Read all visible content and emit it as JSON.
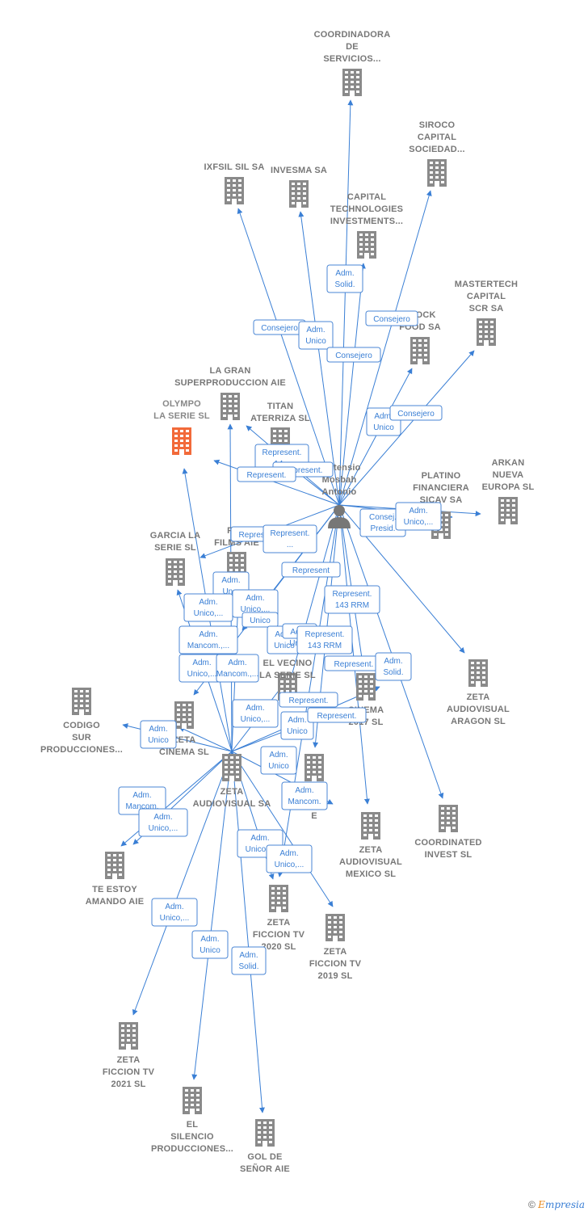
{
  "nodes": [
    {
      "id": "coordinadora",
      "label": [
        "COORDINADORA",
        "DE",
        "SERVICIOS..."
      ],
      "type": "company"
    },
    {
      "id": "siroco",
      "label": [
        "SIROCO",
        "CAPITAL",
        "SOCIEDAD..."
      ],
      "type": "company"
    },
    {
      "id": "ixfsil",
      "label": [
        "IXFSIL SIL SA"
      ],
      "type": "company"
    },
    {
      "id": "invesma",
      "label": [
        "INVESMA SA"
      ],
      "type": "company"
    },
    {
      "id": "capital_tech",
      "label": [
        "CAPITAL",
        "TECHNOLOGIES",
        "INVESTMENTS..."
      ],
      "type": "company"
    },
    {
      "id": "mastertech",
      "label": [
        "MASTERTECH",
        "CAPITAL",
        "SCR SA"
      ],
      "type": "company"
    },
    {
      "id": "stock_food",
      "label": [
        "STOCK",
        "FOOD SA"
      ],
      "type": "company"
    },
    {
      "id": "gran_super",
      "label": [
        "LA GRAN",
        "SUPERPRODUCCION AIE"
      ],
      "type": "company"
    },
    {
      "id": "olympo",
      "label": [
        "OLYMPO",
        "LA SERIE  SL"
      ],
      "type": "focus"
    },
    {
      "id": "titan",
      "label": [
        "TITAN",
        "ATERRIZA  SL"
      ],
      "type": "company"
    },
    {
      "id": "person",
      "label": [
        "Hortensio",
        "Mosbah",
        "Antonio"
      ],
      "type": "person"
    },
    {
      "id": "platino",
      "label": [
        "PLATINO",
        "FINANCIERA",
        "SICAV SA"
      ],
      "type": "company"
    },
    {
      "id": "arkan",
      "label": [
        "ARKAN",
        "NUEVA",
        "EUROPA  SL"
      ],
      "type": "company"
    },
    {
      "id": "garcia",
      "label": [
        "GARCIA LA",
        "SERIE  SL"
      ],
      "type": "company"
    },
    {
      "id": "puro_films",
      "label": [
        "PUR",
        "FILMS AIE"
      ],
      "type": "company"
    },
    {
      "id": "codigo_sur",
      "label": [
        "CODIGO",
        "SUR",
        "PRODUCCIONES..."
      ],
      "type": "company"
    },
    {
      "id": "zeta_cinema",
      "label": [
        "ZETA",
        "CINEMA SL"
      ],
      "type": "company"
    },
    {
      "id": "vecino",
      "label": [
        "EL VECINO",
        "LA SERIE  SL"
      ],
      "type": "company"
    },
    {
      "id": "cinema2017",
      "label": [
        "CINEMA",
        "2017  SL"
      ],
      "type": "company"
    },
    {
      "id": "zeta_aragon",
      "label": [
        "ZETA",
        "AUDIOVISUAL",
        "ARAGON SL"
      ],
      "type": "company"
    },
    {
      "id": "zeta_av",
      "label": [
        "ZETA",
        "AUDIOVISUAL SA"
      ],
      "type": "company"
    },
    {
      "id": "zeta_sma",
      "label": [
        "ZETA",
        "MA",
        "E"
      ],
      "type": "company"
    },
    {
      "id": "te_estoy",
      "label": [
        "TE ESTOY",
        "AMANDO AIE"
      ],
      "type": "company"
    },
    {
      "id": "zeta_mexico",
      "label": [
        "ZETA",
        "AUDIOVISUAL",
        "MEXICO  SL"
      ],
      "type": "company"
    },
    {
      "id": "coordinated",
      "label": [
        "COORDINATED",
        "INVEST  SL"
      ],
      "type": "company"
    },
    {
      "id": "ficcion2020",
      "label": [
        "ZETA",
        "FICCION TV",
        "2020  SL"
      ],
      "type": "company"
    },
    {
      "id": "ficcion2019",
      "label": [
        "ZETA",
        "FICCION TV",
        "2019  SL"
      ],
      "type": "company"
    },
    {
      "id": "ficcion2021",
      "label": [
        "ZETA",
        "FICCION TV",
        "2021  SL"
      ],
      "type": "company"
    },
    {
      "id": "silencio",
      "label": [
        "EL",
        "SILENCIO",
        "PRODUCCIONES..."
      ],
      "type": "company"
    },
    {
      "id": "gol",
      "label": [
        "GOL DE",
        "SEÑOR AIE"
      ],
      "type": "company"
    }
  ],
  "edge_labels": [
    [
      "Adm.",
      "Solid."
    ],
    [
      "Consejero"
    ],
    [
      "Consejero"
    ],
    [
      "Adm.",
      "Unico"
    ],
    [
      "Consejero"
    ],
    [
      "Adm.",
      "Unico"
    ],
    [
      "Consejero"
    ],
    [
      "Represent.",
      "14..."
    ],
    [
      "Represent."
    ],
    [
      "Represent."
    ],
    [
      "Consej.",
      "Presid."
    ],
    [
      "Adm.",
      "Unico,..."
    ],
    [
      "Represent."
    ],
    [
      "Represent.",
      "..."
    ],
    [
      "Represent"
    ],
    [
      "Adm.",
      "Un..."
    ],
    [
      "Adm.",
      "Unico,..."
    ],
    [
      "Adm.",
      "Unico,..."
    ],
    [
      "Unico"
    ],
    [
      "Represent.",
      "143 RRM"
    ],
    [
      "Adm.",
      "Unico"
    ],
    [
      "Adm.",
      "Mancom.,..."
    ],
    [
      "Adm.",
      "Unico"
    ],
    [
      "Represent.",
      "143 RRM"
    ],
    [
      "Adm.",
      "Unico,..."
    ],
    [
      "Adm.",
      "Mancom.,..."
    ],
    [
      "Represent."
    ],
    [
      "Adm.",
      "Solid."
    ],
    [
      "Adm.",
      "Unico,..."
    ],
    [
      "Represent."
    ],
    [
      "Adm.",
      "Unico"
    ],
    [
      "Represent."
    ],
    [
      "Adm.",
      "Unico"
    ],
    [
      "Adm.",
      "Unico"
    ],
    [
      "Adm.",
      "Mancom."
    ],
    [
      "Adm.",
      "Unico,..."
    ],
    [
      "Adm.",
      "Mancom."
    ],
    [
      "Adm.",
      "Unico,..."
    ],
    [
      "Adm.",
      "Unico,..."
    ],
    [
      "Adm.",
      "Unico,..."
    ],
    [
      "Adm.",
      "Unico"
    ],
    [
      "Adm.",
      "Solid."
    ]
  ],
  "footer": {
    "copyright_symbol": "©",
    "brand_first": "E",
    "brand_rest": "mpresia"
  },
  "colors": {
    "edge": "#3a7fd5",
    "node": "#8a8a8a",
    "focus_node": "#f26a3a"
  },
  "icons": {
    "company": "building-icon",
    "person": "person-icon"
  }
}
